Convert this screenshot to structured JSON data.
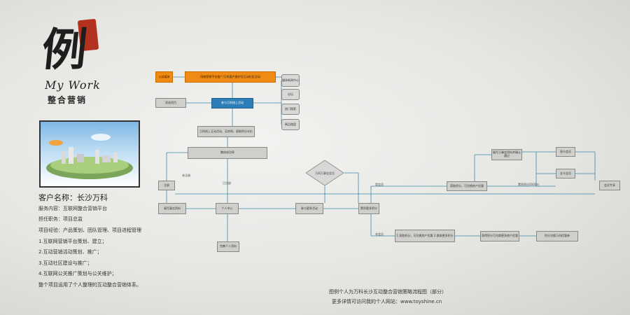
{
  "brand": {
    "char": "例",
    "subtitle": "My Work",
    "tagline": "整合营销"
  },
  "project": {
    "client": "客户名称：长沙万科",
    "lines": [
      "服务内容：互联网整合营销平台",
      "担任职务：项目总监",
      "项目经验：产品策划、团队管理、项目进程管理",
      "1.互联网营销平台策划、建立；",
      "2.互动营销活动策划、推广；",
      "3.互动社区建设与推广；",
      "4.互联网公关推广策划与公关维护；",
      "整个项目运用了个人整理的互动整合营销体系。"
    ]
  },
  "flow": {
    "nodes": [
      {
        "id": "n1",
        "text": "公关媒体",
        "style": "orange"
      },
      {
        "id": "n2",
        "text": "网络营销平台推广/万科客户维护及互动社区活动",
        "style": "orange"
      },
      {
        "id": "n3",
        "text": "双选项目",
        "style": "plain"
      },
      {
        "id": "n4",
        "text": "参与万科线上活动",
        "style": "blue"
      },
      {
        "id": "n5",
        "text": "万科线上互动活动、买房网、获取积分半价",
        "style": "plain"
      },
      {
        "id": "n6",
        "text": "整体成功率",
        "style": "plain"
      },
      {
        "id": "n7",
        "text": "注册",
        "style": "plain"
      },
      {
        "id": "n8",
        "text": "填写真实资料",
        "style": "plain"
      },
      {
        "id": "n9",
        "text": "个人中心",
        "style": "plain"
      },
      {
        "id": "n10",
        "text": "完善个人资料",
        "style": "plain"
      },
      {
        "id": "n11",
        "text": "参与更多活动",
        "style": "plain"
      },
      {
        "id": "n12",
        "text": "万科万事会会员",
        "style": "diamond"
      },
      {
        "id": "n13",
        "text": "累积更多积分",
        "style": "plain"
      },
      {
        "id": "n14",
        "text": "获取积分，可兑换房产优惠",
        "style": "plain"
      },
      {
        "id": "n15",
        "text": "1.获取积分，可兑换房产优惠 2.换取更多积分",
        "style": "plain"
      },
      {
        "id": "n16",
        "text": "获得积分可兑换更多房产优惠",
        "style": "plain"
      },
      {
        "id": "n17",
        "text": "积分兑换万科优惠券",
        "style": "plain"
      },
      {
        "id": "n18",
        "text": "填写万事会资料并确认通过",
        "style": "plain"
      },
      {
        "id": "n19",
        "text": "银卡会员",
        "style": "plain"
      },
      {
        "id": "n20",
        "text": "金卡会员",
        "style": "plain"
      },
      {
        "id": "n21",
        "text": "会员专享",
        "style": "plain"
      },
      {
        "id": "s1",
        "text": "媒体新闻中心",
        "style": "side"
      },
      {
        "id": "s2",
        "text": "论坛",
        "style": "side"
      },
      {
        "id": "s3",
        "text": "热门搜索",
        "style": "side"
      },
      {
        "id": "s4",
        "text": "精品楼盘",
        "style": "side"
      }
    ],
    "edge_labels": [
      {
        "id": "e1",
        "text": "未注册"
      },
      {
        "id": "e2",
        "text": "已注册"
      },
      {
        "id": "e3",
        "text": "是会员"
      },
      {
        "id": "e4",
        "text": "非会员"
      },
      {
        "id": "e5",
        "text": "累积积分5000分"
      }
    ]
  },
  "caption": {
    "line1": "图例个人为万科长沙互动整合营销策略流程图（部分）",
    "line2": "更多详情可访问我的个人网站：www.toyshine.cn"
  }
}
